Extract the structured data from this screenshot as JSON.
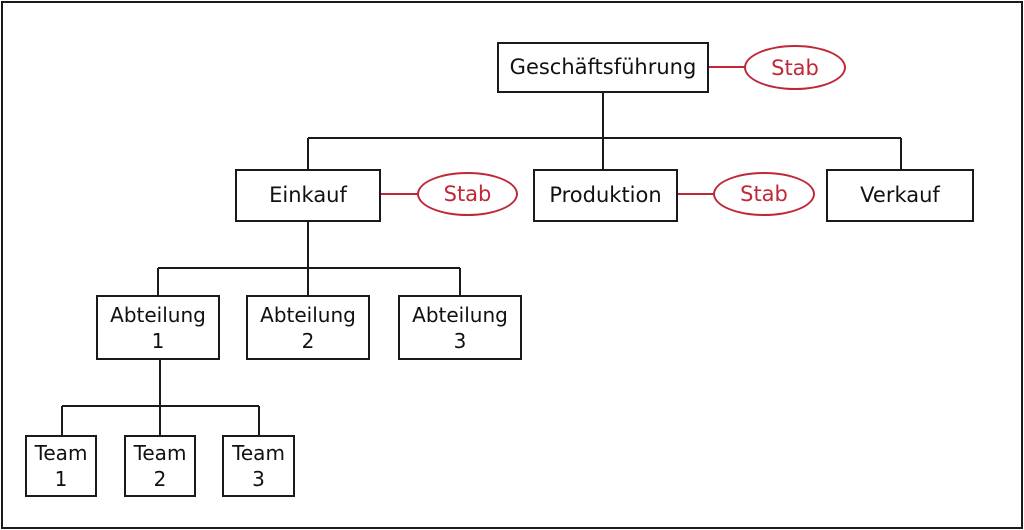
{
  "colors": {
    "line": "#1a1a1a",
    "staff": "#c0283a"
  },
  "nodes": {
    "management": "Geschäftsführung",
    "purchasing": "Einkauf",
    "production": "Produktion",
    "sales": "Verkauf",
    "departments": [
      {
        "line1": "Abteilung",
        "line2": "1"
      },
      {
        "line1": "Abteilung",
        "line2": "2"
      },
      {
        "line1": "Abteilung",
        "line2": "3"
      }
    ],
    "teams": [
      {
        "line1": "Team",
        "line2": "1"
      },
      {
        "line1": "Team",
        "line2": "2"
      },
      {
        "line1": "Team",
        "line2": "3"
      }
    ]
  },
  "staff_units": [
    {
      "label": "Stab",
      "attached_to": "Geschäftsführung"
    },
    {
      "label": "Stab",
      "attached_to": "Einkauf"
    },
    {
      "label": "Stab",
      "attached_to": "Produktion"
    }
  ]
}
